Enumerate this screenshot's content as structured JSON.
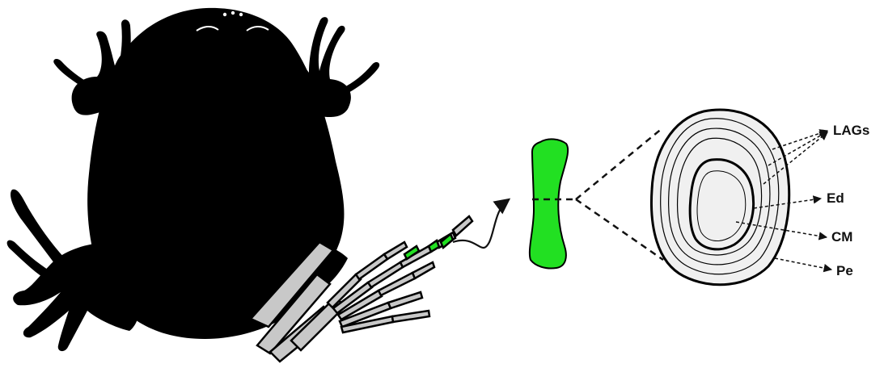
{
  "colors": {
    "silhouette": "#000000",
    "bone": "#c8c8c8",
    "highlight": "#22e022",
    "section_fill": "#f0f0f0",
    "line": "#111111"
  },
  "labels": {
    "lags": "LAGs",
    "ed": "Ed",
    "cm": "CM",
    "pe": "Pe"
  }
}
